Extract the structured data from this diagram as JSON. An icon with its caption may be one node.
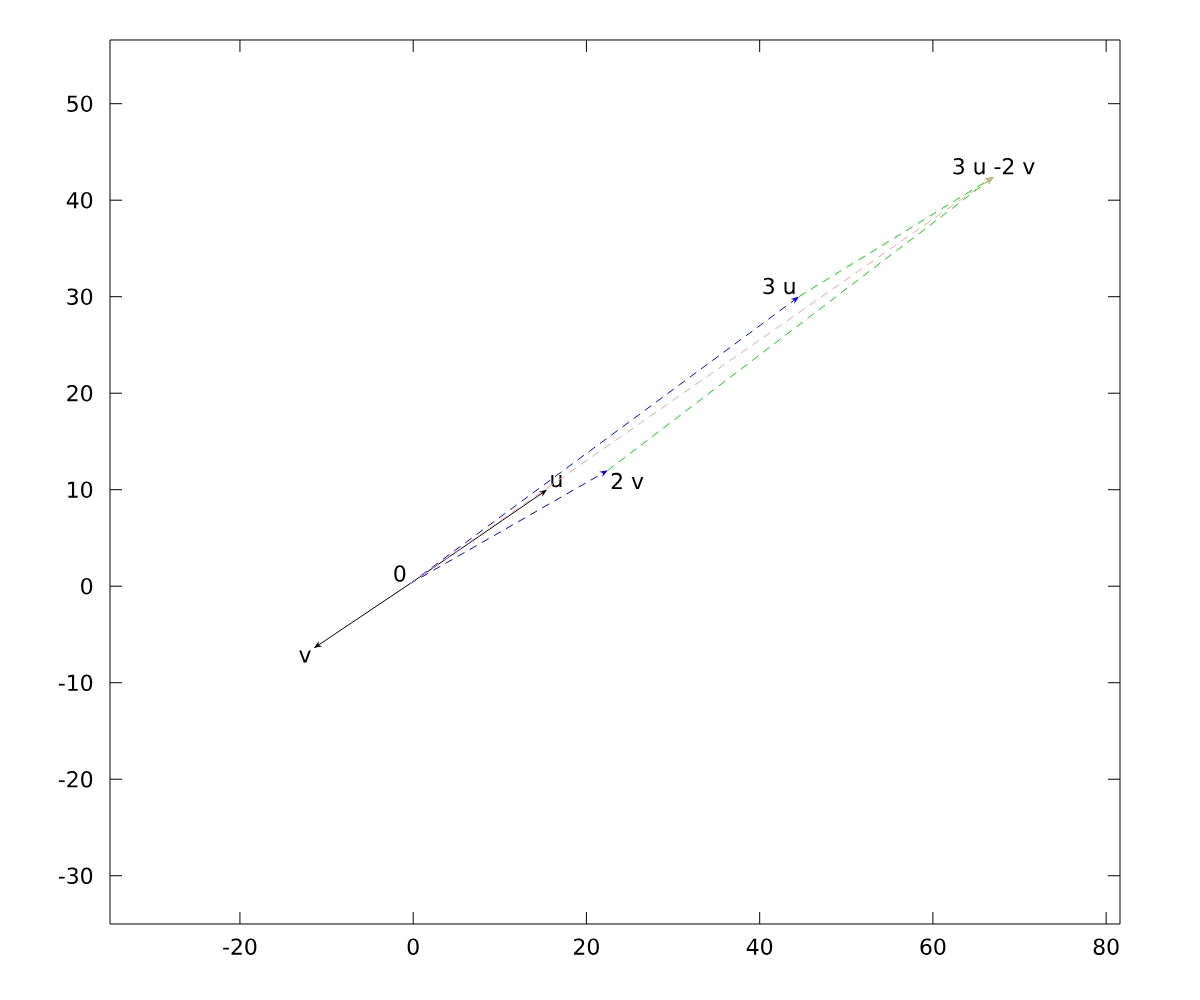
{
  "diagram": {
    "nodes": [
      {
        "text": [
          "0"
        ]
      },
      {
        "text": [
          "u"
        ]
      },
      {
        "text": [
          "v"
        ]
      },
      {
        "text": [
          "2 v"
        ]
      },
      {
        "text": [
          "3 u"
        ]
      },
      {
        "text": [
          "3 u -2 v"
        ]
      }
    ],
    "edges": [
      {
        "from": 0,
        "to": 1,
        "arrow": "to"
      },
      {
        "from": 0,
        "to": 2,
        "arrow": "to"
      },
      {
        "from": 0,
        "to": 4,
        "arrow": "to",
        "style": "dashed",
        "color": "#0000ff"
      },
      {
        "from": 0,
        "to": 3,
        "arrow": "to",
        "style": "dashed",
        "color": "#0000ff"
      },
      {
        "from": 3,
        "to": 5,
        "arrow": "to",
        "style": "dashed",
        "color": "#00dd00"
      },
      {
        "from": 4,
        "to": 5,
        "arrow": "to",
        "style": "dashed",
        "color": "#00dd00"
      },
      {
        "from": 0,
        "to": 5,
        "arrow": "to",
        "style": "dashed",
        "color": "#ffa0a0"
      }
    ],
    "chart_data": {
      "type": "scatter",
      "xlim": [
        -35,
        81.6
      ],
      "ylim": [
        -35,
        56.6
      ],
      "xticks": [
        -20,
        0,
        20,
        40,
        60,
        80
      ],
      "yticks": [
        -30,
        -20,
        -10,
        0,
        10,
        20,
        30,
        40,
        50
      ]
    }
  }
}
